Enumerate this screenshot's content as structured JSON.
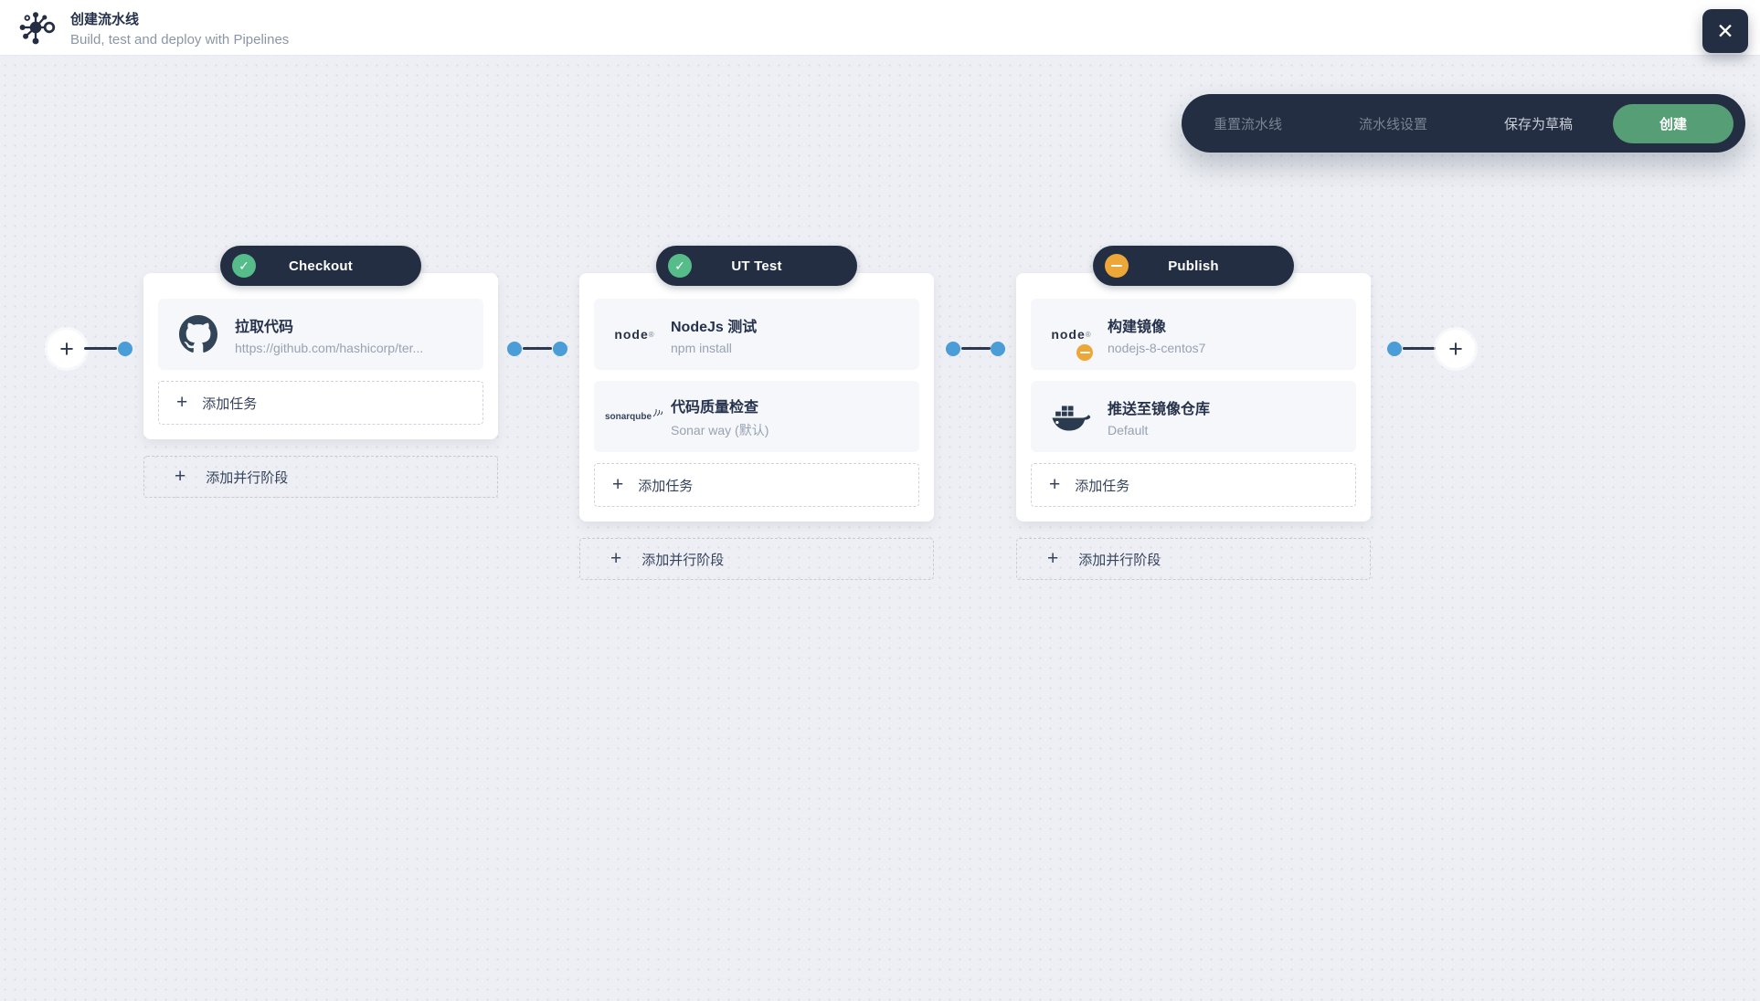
{
  "header": {
    "title": "创建流水线",
    "subtitle": "Build, test and deploy with Pipelines"
  },
  "toolbar": {
    "reset_label": "重置流水线",
    "settings_label": "流水线设置",
    "save_draft_label": "保存为草稿",
    "create_label": "创建"
  },
  "icons": {
    "close": "✕",
    "plus": "+",
    "check": "✓"
  },
  "logos": {
    "node_text": "node",
    "node_reg": "®",
    "sonarqube_text": "sonarqube"
  },
  "colors": {
    "navy": "#242e42",
    "green_button": "#569e75",
    "status_green": "#55bc8a",
    "status_orange": "#eca738",
    "port_blue": "#4a9dd6",
    "canvas": "#edeff4"
  },
  "pipeline": {
    "stages": [
      {
        "name": "Checkout",
        "status": "success",
        "tasks": [
          {
            "icon": "github-icon",
            "title": "拉取代码",
            "subtitle": "https://github.com/hashicorp/ter..."
          }
        ],
        "add_task_label": "添加任务",
        "add_parallel_label": "添加并行阶段"
      },
      {
        "name": "UT Test",
        "status": "success",
        "tasks": [
          {
            "icon": "nodejs-icon",
            "title": "NodeJs 测试",
            "subtitle": "npm install"
          },
          {
            "icon": "sonarqube-icon",
            "title": "代码质量检查",
            "subtitle": "Sonar way (默认)"
          }
        ],
        "add_task_label": "添加任务",
        "add_parallel_label": "添加并行阶段"
      },
      {
        "name": "Publish",
        "status": "paused",
        "tasks": [
          {
            "icon": "nodejs-icon",
            "badge": "minus",
            "title": "构建镜像",
            "subtitle": "nodejs-8-centos7"
          },
          {
            "icon": "docker-icon",
            "title": "推送至镜像仓库",
            "subtitle": "Default"
          }
        ],
        "add_task_label": "添加任务",
        "add_parallel_label": "添加并行阶段"
      }
    ]
  }
}
